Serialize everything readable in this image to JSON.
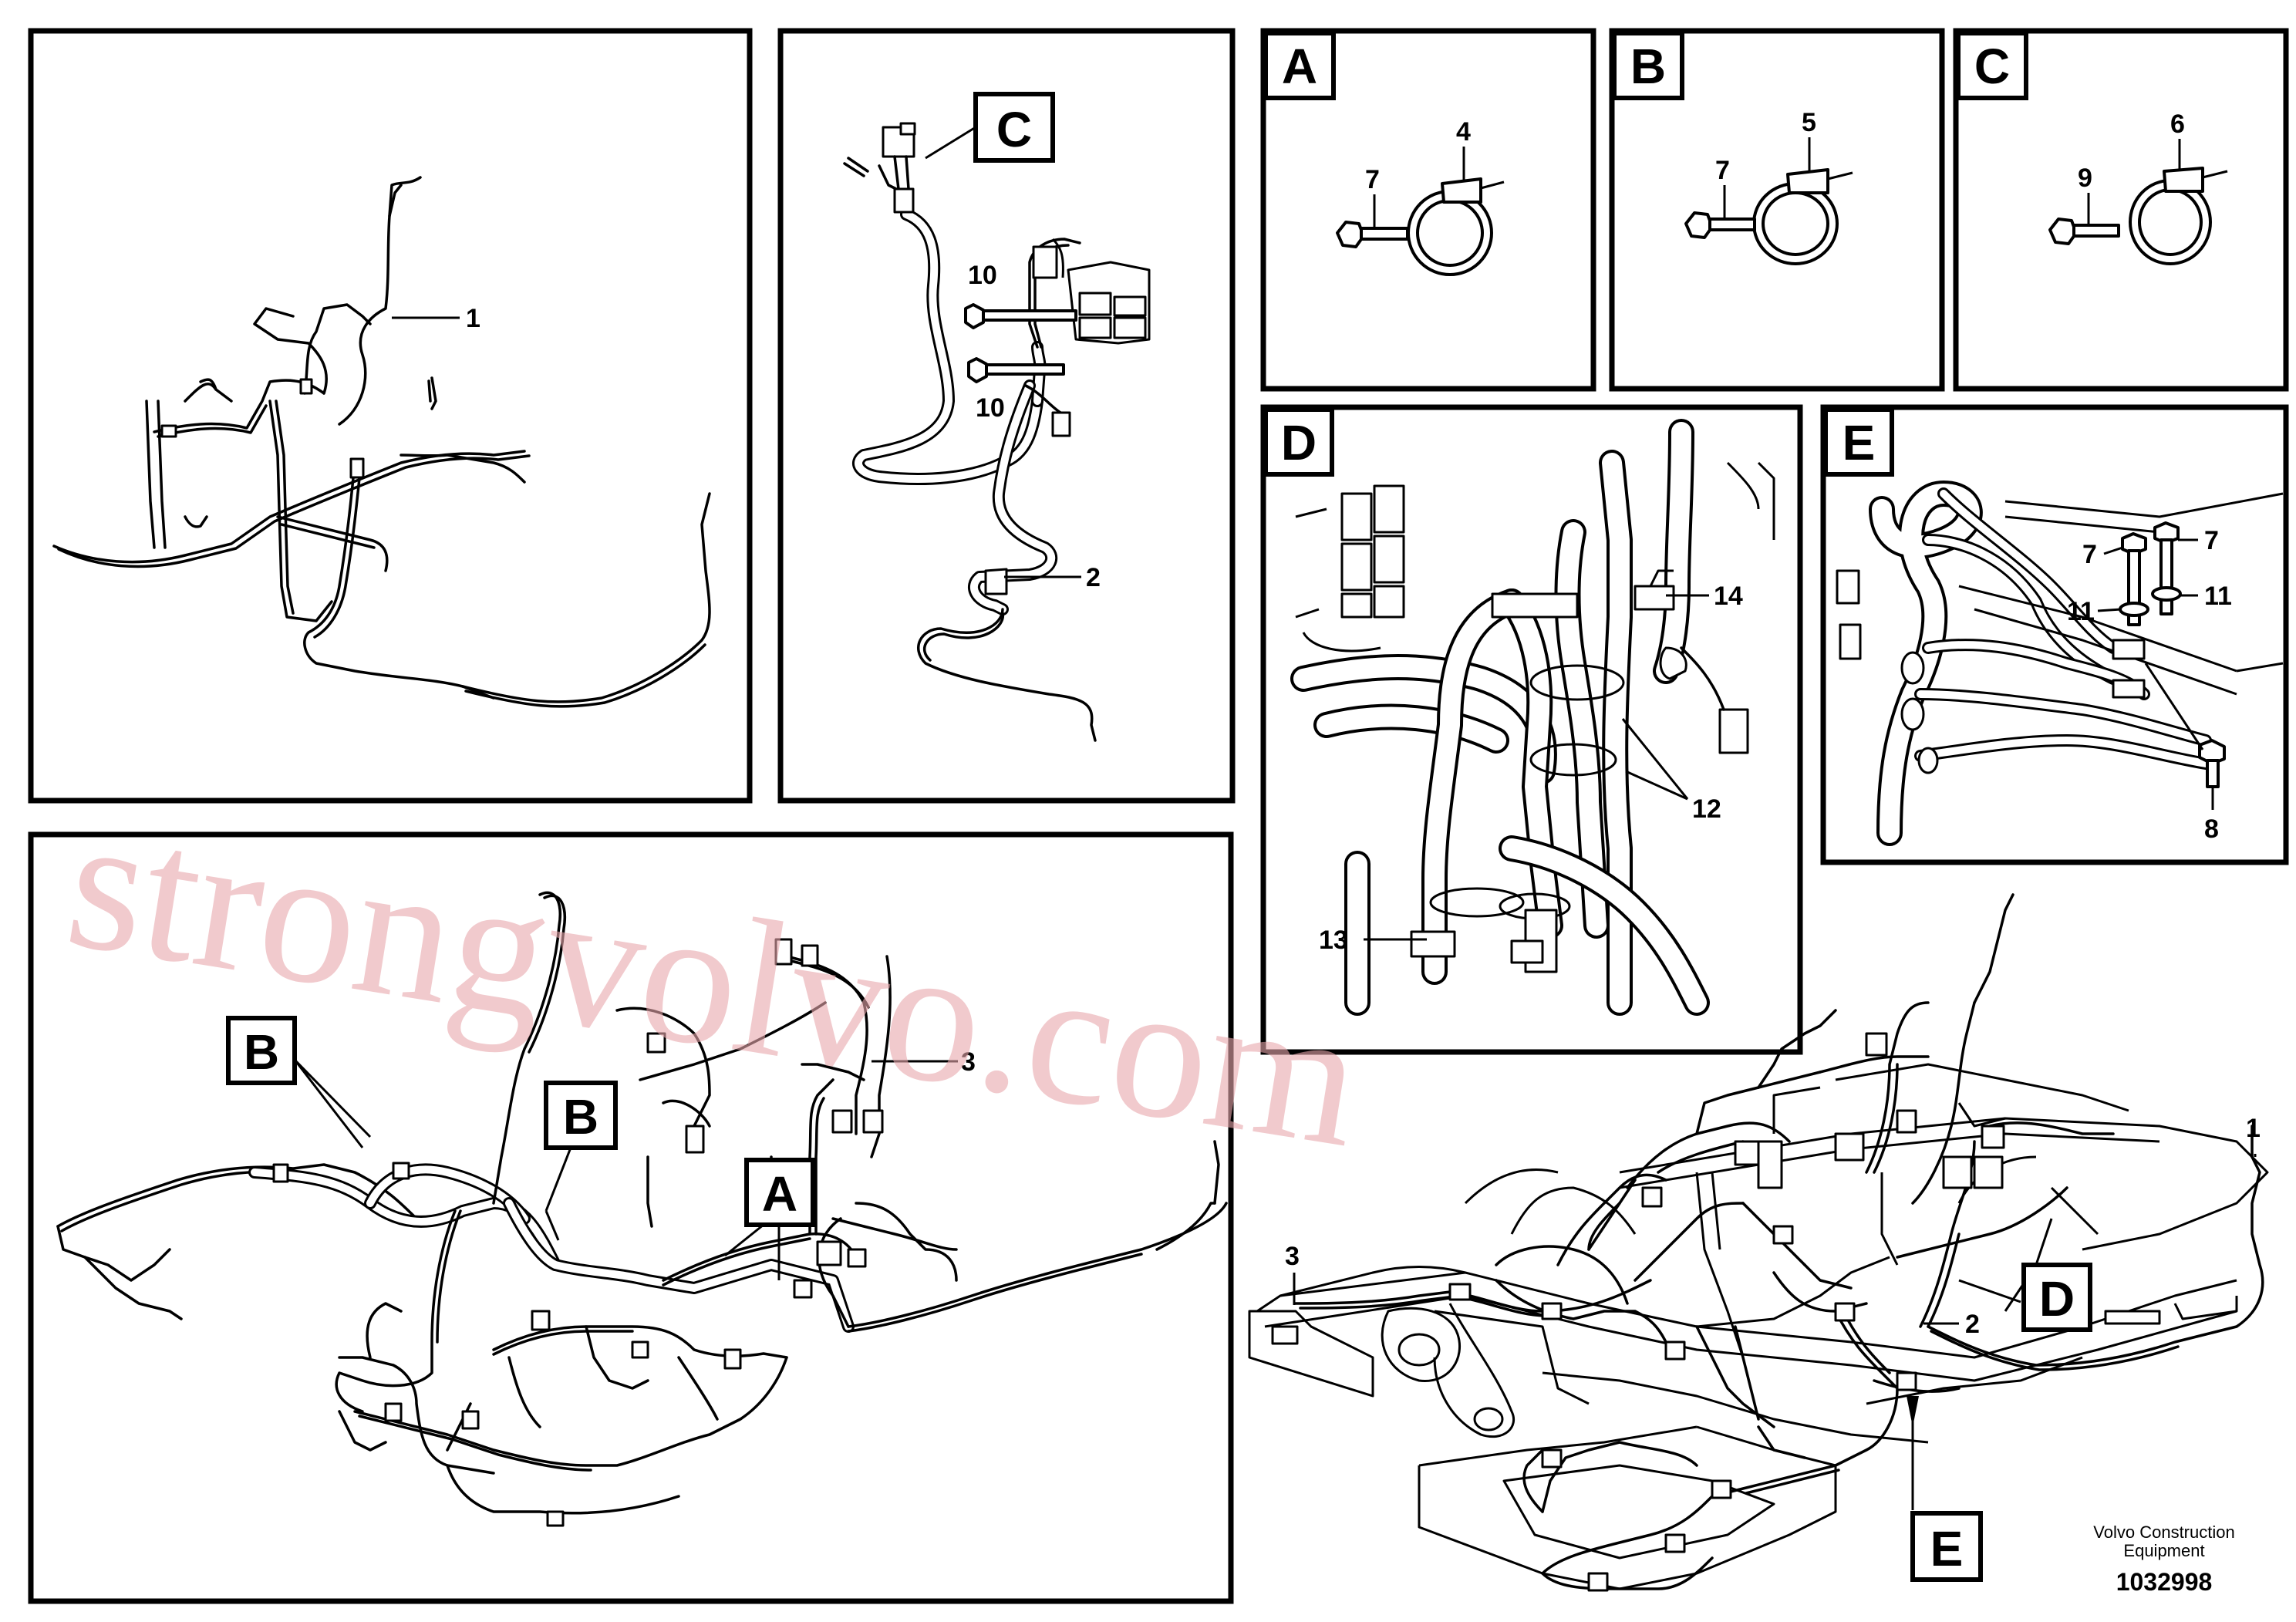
{
  "panels": {
    "main_harness": {
      "part_label": "1"
    },
    "cab_harness": {
      "tag": "C",
      "labels": {
        "bolt_upper": "10",
        "bolt_lower": "10",
        "clamp": "2"
      }
    },
    "detail_a": {
      "tag": "A",
      "clamp": "4",
      "bolt": "7"
    },
    "detail_b": {
      "tag": "B",
      "clamp": "5",
      "bolt": "7"
    },
    "detail_c": {
      "tag": "C",
      "clamp": "6",
      "bolt": "9"
    },
    "detail_d": {
      "tag": "D",
      "labels": {
        "bracket": "14",
        "straps": "12",
        "grommet": "13"
      }
    },
    "detail_e": {
      "tag": "E",
      "labels": {
        "bolt_left": "7",
        "bolt_right": "7",
        "washer_left": "11",
        "washer_right": "11",
        "bolt_lower": "8"
      }
    },
    "overview": {
      "tags": {
        "b_left": "B",
        "b_right": "B",
        "a": "A"
      },
      "part_label": "3"
    },
    "frame": {
      "tags": {
        "d": "D",
        "e": "E"
      },
      "labels": {
        "harness_1": "1",
        "harness_3": "3",
        "harness_2": "2"
      }
    }
  },
  "watermark": "strongvolvo.com",
  "footer": {
    "company_line1": "Volvo Construction",
    "company_line2": "Equipment",
    "drawing_number": "1032998"
  }
}
